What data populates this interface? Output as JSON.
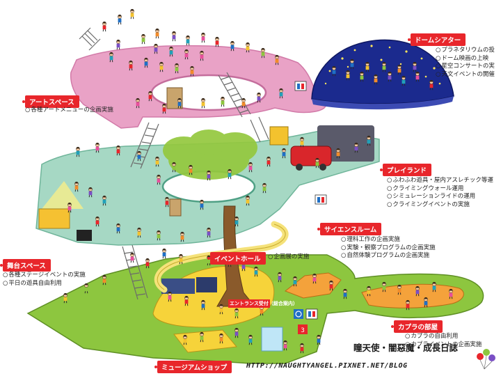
{
  "areas": {
    "art_space": {
      "title": "アートスペース",
      "items": [
        "各種アートメニューの企画実施"
      ]
    },
    "dome_theater": {
      "title": "ドームシアター",
      "items": [
        "プラネタリウムの投",
        "ドーム映画の上映",
        "星空コンサートの実",
        "天文イベントの開催"
      ]
    },
    "play_land": {
      "title": "プレイランド",
      "items": [
        "ふわふわ遊具・屋内アスレチック等運",
        "クライミングウォール運用",
        "シミュレーションライドの運用",
        "クライミングイベントの実施"
      ]
    },
    "science_room": {
      "title": "サイエンスルーム",
      "items": [
        "理科工作の企画実施",
        "実験・観察プログラムの企画実施",
        "自然体験プログラムの企画実施"
      ]
    },
    "stage_space": {
      "title": "舞台スペース",
      "items": [
        "各種ステージイベントの実施",
        "平日の遊具自由利用"
      ]
    },
    "event_hall": {
      "title": "イベントホール",
      "items": [
        "企画展の実施"
      ]
    },
    "kapla_room": {
      "title": "カプラの部屋",
      "items": [
        "カプラの自由利用",
        "カプライベントの企画実施"
      ]
    },
    "museum_shop": {
      "title": "ミュージアムショップ"
    }
  },
  "signs": {
    "entrance": "エントランス受付（総合案内）"
  },
  "watermark": {
    "title": "瞳天使・闇惡魔・成長日誌",
    "url": "HTTP://NAUGHTYANGEL.PIXNET.NET/BLOG"
  },
  "colors": {
    "label_red": "#e8262b",
    "floor_pink": "#e9a2c6",
    "floor_teal": "#a6d8c4",
    "floor_green": "#8dc63f",
    "dome_blue": "#1b2a8e",
    "tree_brown": "#8a5a2b"
  }
}
